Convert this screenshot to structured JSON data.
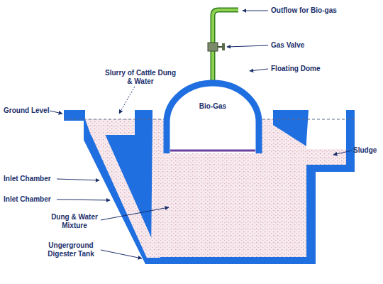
{
  "diagram": {
    "nodes": [
      {
        "text": [
          "Bio-Gas"
        ]
      }
    ],
    "labels": [
      "Outflow for Bio-gas",
      "Gas Valve",
      "Floating Dome",
      "Slurry of Cattle Dung & Water",
      "Ground Level",
      "Sludge",
      "Inlet Chamber",
      "Inlet Chamber",
      "Dung & Water Mixture",
      "Ungerground Digester Tank"
    ]
  }
}
